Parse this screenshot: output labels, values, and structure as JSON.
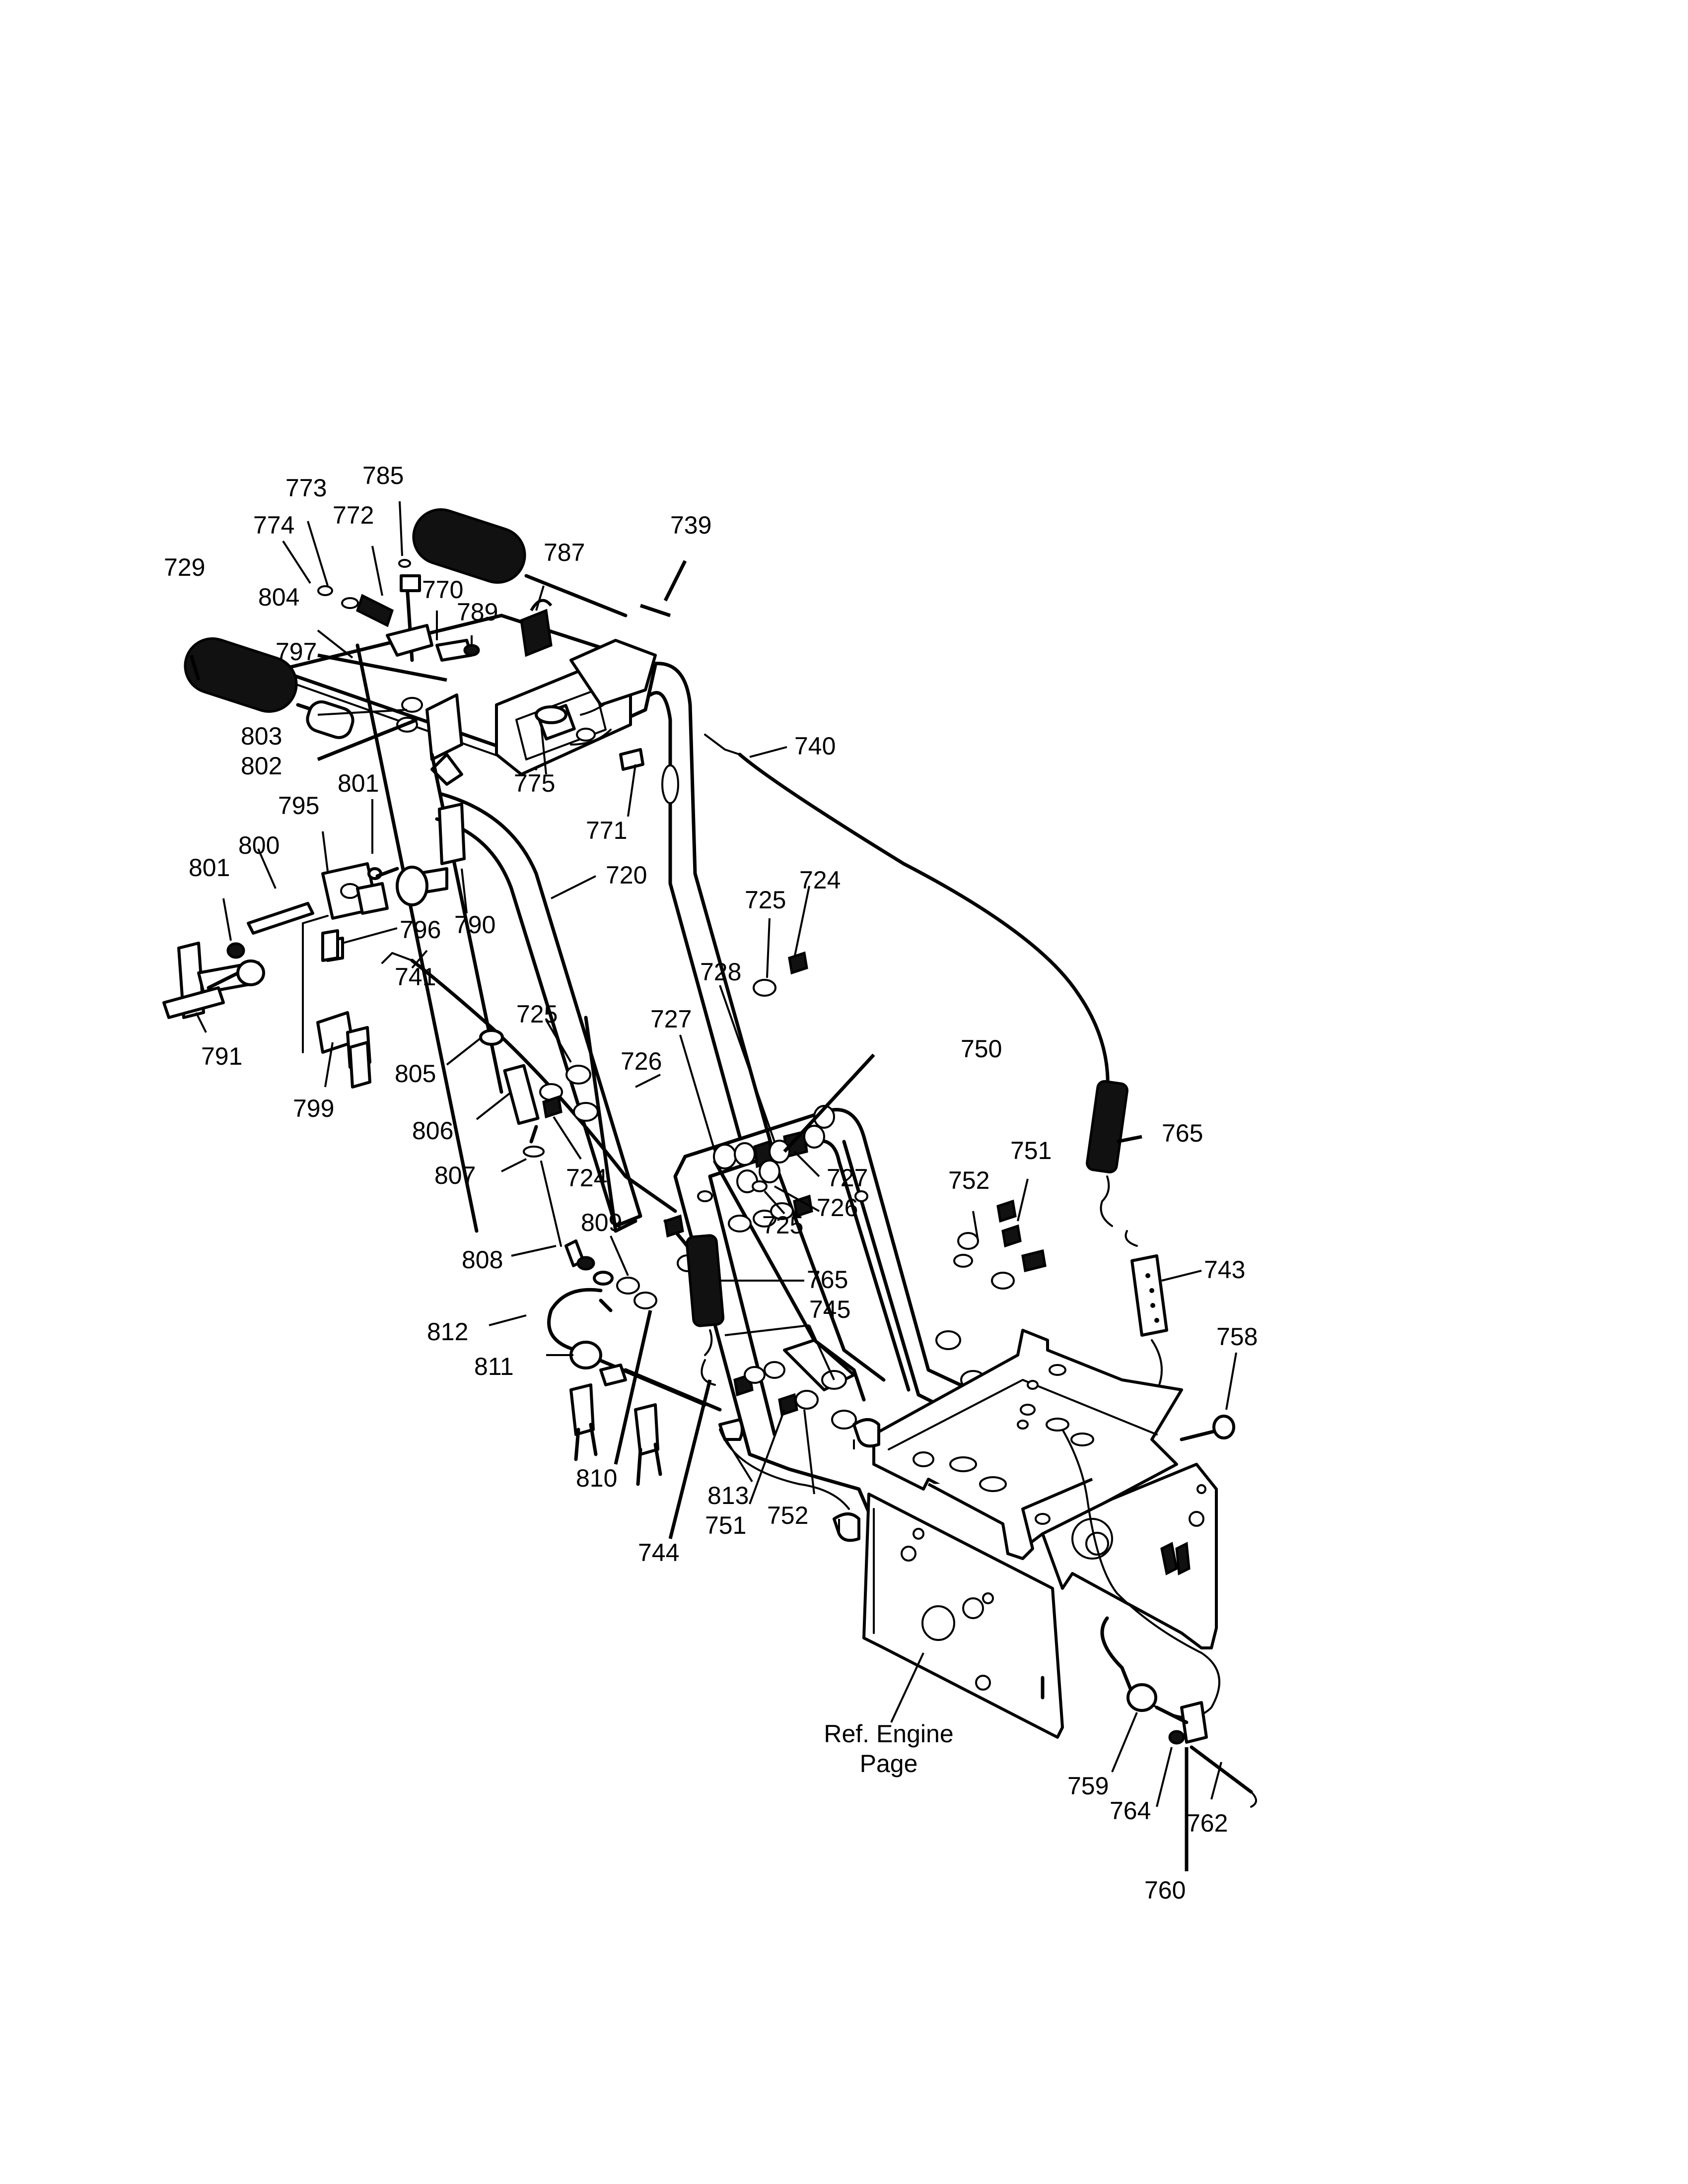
{
  "diagram": {
    "callouts": [
      {
        "id": "c773",
        "text": "773"
      },
      {
        "id": "c785",
        "text": "785"
      },
      {
        "id": "c774",
        "text": "774"
      },
      {
        "id": "c772",
        "text": "772"
      },
      {
        "id": "c739",
        "text": "739"
      },
      {
        "id": "c787",
        "text": "787"
      },
      {
        "id": "c729",
        "text": "729"
      },
      {
        "id": "c770",
        "text": "770"
      },
      {
        "id": "c804",
        "text": "804"
      },
      {
        "id": "c789",
        "text": "789"
      },
      {
        "id": "c797",
        "text": "797"
      },
      {
        "id": "c803",
        "text": "803"
      },
      {
        "id": "c802",
        "text": "802"
      },
      {
        "id": "c775",
        "text": "775"
      },
      {
        "id": "c740",
        "text": "740"
      },
      {
        "id": "c771",
        "text": "771"
      },
      {
        "id": "c795",
        "text": "795"
      },
      {
        "id": "c801a",
        "text": "801"
      },
      {
        "id": "c800",
        "text": "800"
      },
      {
        "id": "c801b",
        "text": "801"
      },
      {
        "id": "c720",
        "text": "720"
      },
      {
        "id": "c724a",
        "text": "724"
      },
      {
        "id": "c725a",
        "text": "725"
      },
      {
        "id": "c790",
        "text": "790"
      },
      {
        "id": "c796",
        "text": "796"
      },
      {
        "id": "c728",
        "text": "728"
      },
      {
        "id": "c741",
        "text": "741"
      },
      {
        "id": "c725b",
        "text": "725"
      },
      {
        "id": "c727a",
        "text": "727"
      },
      {
        "id": "c726a",
        "text": "726"
      },
      {
        "id": "c750",
        "text": "750"
      },
      {
        "id": "c791",
        "text": "791"
      },
      {
        "id": "c805",
        "text": "805"
      },
      {
        "id": "c799",
        "text": "799"
      },
      {
        "id": "c765a",
        "text": "765"
      },
      {
        "id": "c806",
        "text": "806"
      },
      {
        "id": "c751a",
        "text": "751"
      },
      {
        "id": "c724b",
        "text": "724"
      },
      {
        "id": "c727b",
        "text": "727"
      },
      {
        "id": "c752a",
        "text": "752"
      },
      {
        "id": "c807",
        "text": "807"
      },
      {
        "id": "c726b",
        "text": "726"
      },
      {
        "id": "c725c",
        "text": "725"
      },
      {
        "id": "c809",
        "text": "809"
      },
      {
        "id": "c808",
        "text": "808"
      },
      {
        "id": "c743",
        "text": "743"
      },
      {
        "id": "c765b",
        "text": "765"
      },
      {
        "id": "c745",
        "text": "745"
      },
      {
        "id": "c758",
        "text": "758"
      },
      {
        "id": "c812",
        "text": "812"
      },
      {
        "id": "c811",
        "text": "811"
      },
      {
        "id": "c810",
        "text": "810"
      },
      {
        "id": "c813",
        "text": "813"
      },
      {
        "id": "c752b",
        "text": "752"
      },
      {
        "id": "c751b",
        "text": "751"
      },
      {
        "id": "c744",
        "text": "744"
      },
      {
        "id": "c759",
        "text": "759"
      },
      {
        "id": "c762",
        "text": "762"
      },
      {
        "id": "c764",
        "text": "764"
      },
      {
        "id": "c760",
        "text": "760"
      }
    ],
    "ref_note": {
      "line1": "Ref. Engine",
      "line2": "Page"
    }
  }
}
